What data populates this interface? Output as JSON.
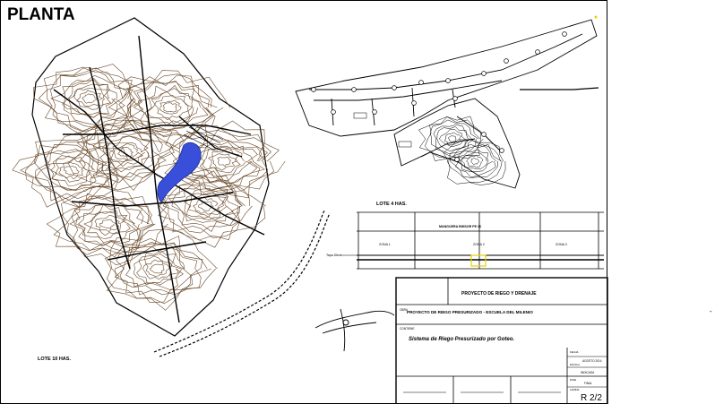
{
  "drawing": {
    "title": "PLANTA",
    "lot_left_label": "LOTE 10 HAS.",
    "lot_right_label": "LOTE 4 HAS.",
    "profile_title": "MANGUERA EMISOR PE 16",
    "profile_left_label": "Tapa Ditch",
    "profile_zones": [
      "ZONA 1",
      "ZONA 2",
      "ZONA 3"
    ],
    "right_margin_mark": "-",
    "colors": {
      "ink": "#000000",
      "contour": "#6b4a2b",
      "water": "#3a4fd9",
      "accent": "#e6d200"
    }
  },
  "title_block": {
    "project_header": "PROYECTO DE RIEGO Y DRENAJE",
    "obra_label": "OBRA",
    "obra_value": "PROYECTO DE RIEGO PRESURIZADO - ESCUELA DEL MILENIO",
    "contenido_label": "CONTIENE",
    "contenido_value": "Sistema de  Riego Presurizado por Goteo.",
    "fecha_label": "FECHA",
    "fecha_value": "AGOSTO  2014",
    "escala_label": "ESCALA",
    "escala_value": "INDICADA",
    "fase_label": "FASE",
    "fase_value": "FINAL",
    "lamina_label": "LAMINA",
    "sheet": "R 2/2"
  }
}
